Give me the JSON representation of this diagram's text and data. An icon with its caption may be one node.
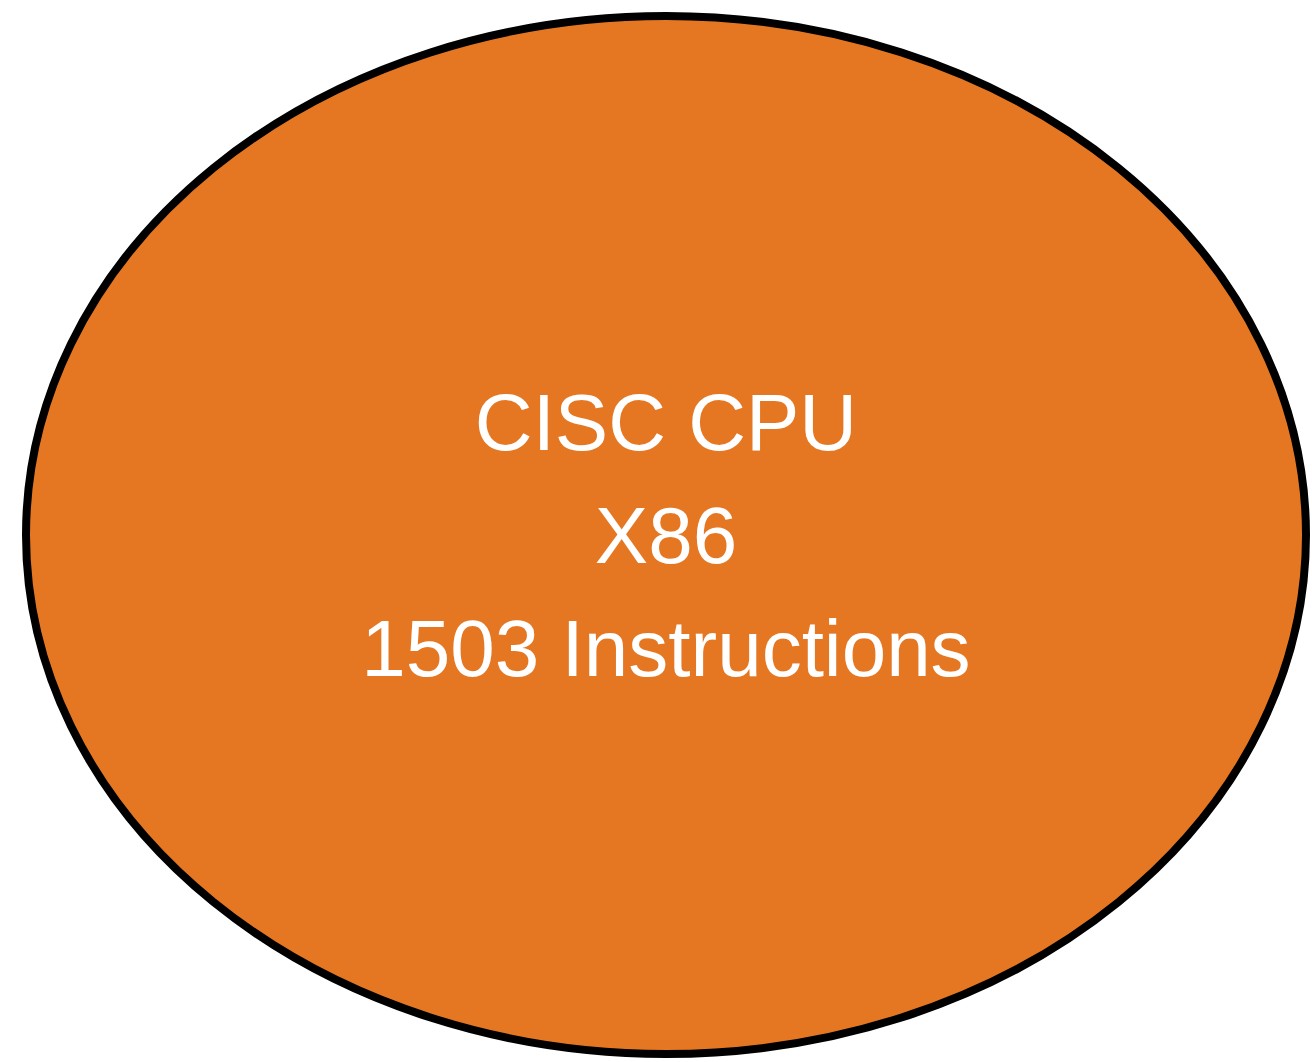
{
  "diagram": {
    "nodes": [
      {
        "text": [
          "CISC CPU",
          "X86",
          "1503 Instructions"
        ]
      }
    ]
  }
}
